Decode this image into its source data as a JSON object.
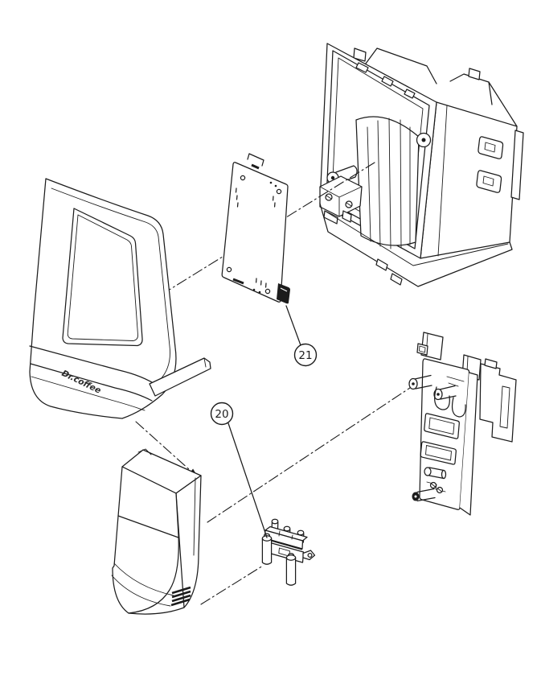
{
  "diagram": {
    "logo_text": "Dr.coffee",
    "callouts": [
      {
        "number": "20",
        "points_to": "manifold-block"
      },
      {
        "number": "21",
        "points_to": "display-pcb"
      }
    ],
    "parts": [
      {
        "id": "display-unit",
        "description": "touchscreen display with stand base"
      },
      {
        "id": "display-pcb",
        "description": "display driver circuit board"
      },
      {
        "id": "rear-housing",
        "description": "rear housing assembly with inner drum"
      },
      {
        "id": "mounting-bracket",
        "description": "rear mounting bracket with pins"
      },
      {
        "id": "front-cover",
        "description": "lower front cover with vent slots"
      },
      {
        "id": "manifold-block",
        "description": "manifold connector block (item 20)"
      }
    ],
    "colors": {
      "line": "#1c1c1c",
      "background": "#ffffff",
      "dark_fill": "#1c1c1c"
    }
  }
}
